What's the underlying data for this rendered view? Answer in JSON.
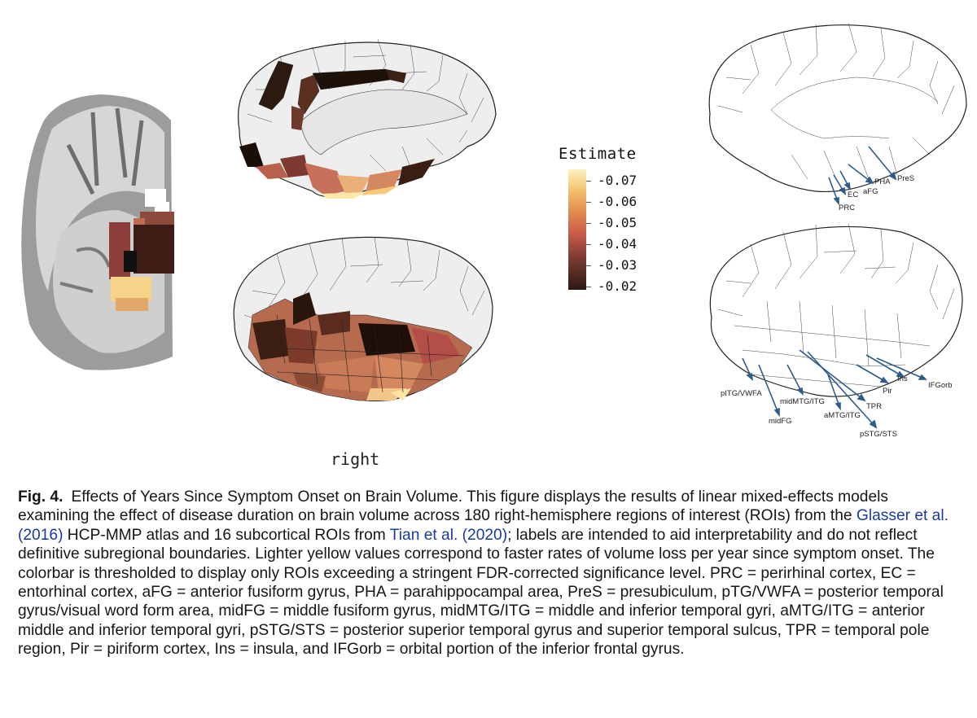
{
  "figure": {
    "hemisphere_label": "right",
    "legend": {
      "title": "Estimate",
      "ticks": [
        "-0.07",
        "-0.06",
        "-0.05",
        "-0.04",
        "-0.03",
        "-0.02"
      ],
      "colors": [
        "#fdf2c0",
        "#f2c06c",
        "#e08a4e",
        "#c85a4a",
        "#7a3a34",
        "#2a1a12"
      ]
    },
    "medial_annotations": [
      "PreS",
      "PHA",
      "EC",
      "aFG",
      "PRC"
    ],
    "lateral_annotations": [
      "Ins",
      "IFGorb",
      "Pir",
      "pITG/VWFA",
      "midMTG/ITG",
      "TPR",
      "midFG",
      "aMTG/ITG",
      "pSTG/STS"
    ],
    "arrow_color": "#2e5c8a"
  },
  "caption": {
    "label": "Fig. 4.",
    "text_1": "Effects of Years Since Symptom Onset on Brain Volume. This figure displays the results of linear mixed-effects models examining the effect of disease duration on brain volume across 180 right-hemisphere regions of interest (ROIs) from the ",
    "cite_1": "Glasser et al. (2016)",
    "text_2": " HCP-MMP atlas and 16 subcortical ROIs from ",
    "cite_2": "Tian et al. (2020)",
    "text_3": "; labels are intended to aid interpretability and do not reflect definitive subregional boundaries. Lighter yellow values correspond to faster rates of volume loss per year since symptom onset. The colorbar is thresholded to display only ROIs exceeding a stringent FDR-corrected significance level. PRC = perirhinal cortex, EC = entorhinal cortex, aFG = anterior fusiform gyrus, PHA = parahippocampal area, PreS = presubiculum, pTG/VWFA = posterior temporal gyrus/visual word form area, midFG = middle fusiform gyrus, midMTG/ITG = middle and inferior temporal gyri, aMTG/ITG = anterior middle and inferior temporal gyri, pSTG/STS = posterior superior temporal gyrus and superior temporal sulcus, TPR = temporal pole region, Pir = piriform cortex, Ins = insula, and IFGorb = orbital portion of the inferior frontal gyrus."
  }
}
